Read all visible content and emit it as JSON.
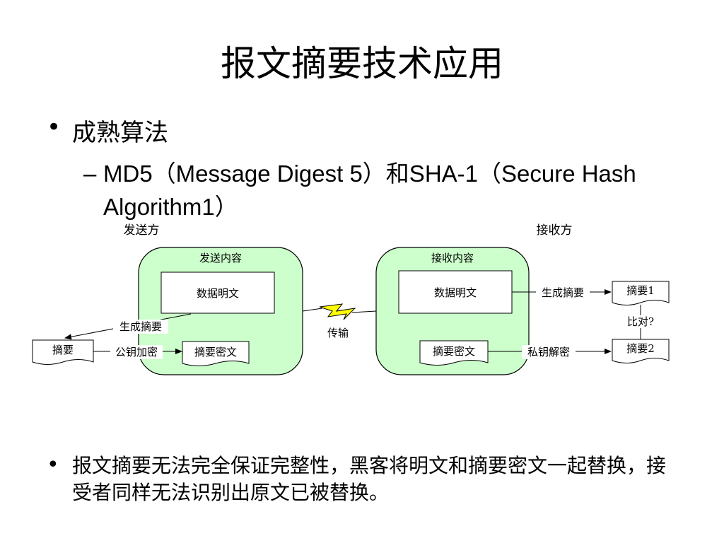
{
  "title": "报文摘要技术应用",
  "bullet1": {
    "marker": "•",
    "text": "成熟算法",
    "sub_marker": "–",
    "sub_text": "MD5（Message Digest 5）和SHA-1（Secure Hash Algorithm1）"
  },
  "diagram": {
    "sender_label": "发送方",
    "receiver_label": "接收方",
    "send_box_title": "发送内容",
    "recv_box_title": "接收内容",
    "send_plaintext": "数据明文",
    "recv_plaintext": "数据明文",
    "gen_digest_left": "生成摘要",
    "digest_doc": "摘要",
    "public_key_encrypt": "公钥加密",
    "send_cipher": "摘要密文",
    "transmit": "传输",
    "recv_cipher": "摘要密文",
    "gen_digest_right": "生成摘要",
    "digest1": "摘要1",
    "compare": "比对?",
    "private_key_decrypt": "私钥解密",
    "digest2": "摘要2",
    "box_fill": "#ccffcc",
    "lightning_fill": "#ffff00"
  },
  "bullet2": {
    "marker": "•",
    "text": "报文摘要无法完全保证完整性，黑客将明文和摘要密文一起替换，接受者同样无法识别出原文已被替换。"
  }
}
